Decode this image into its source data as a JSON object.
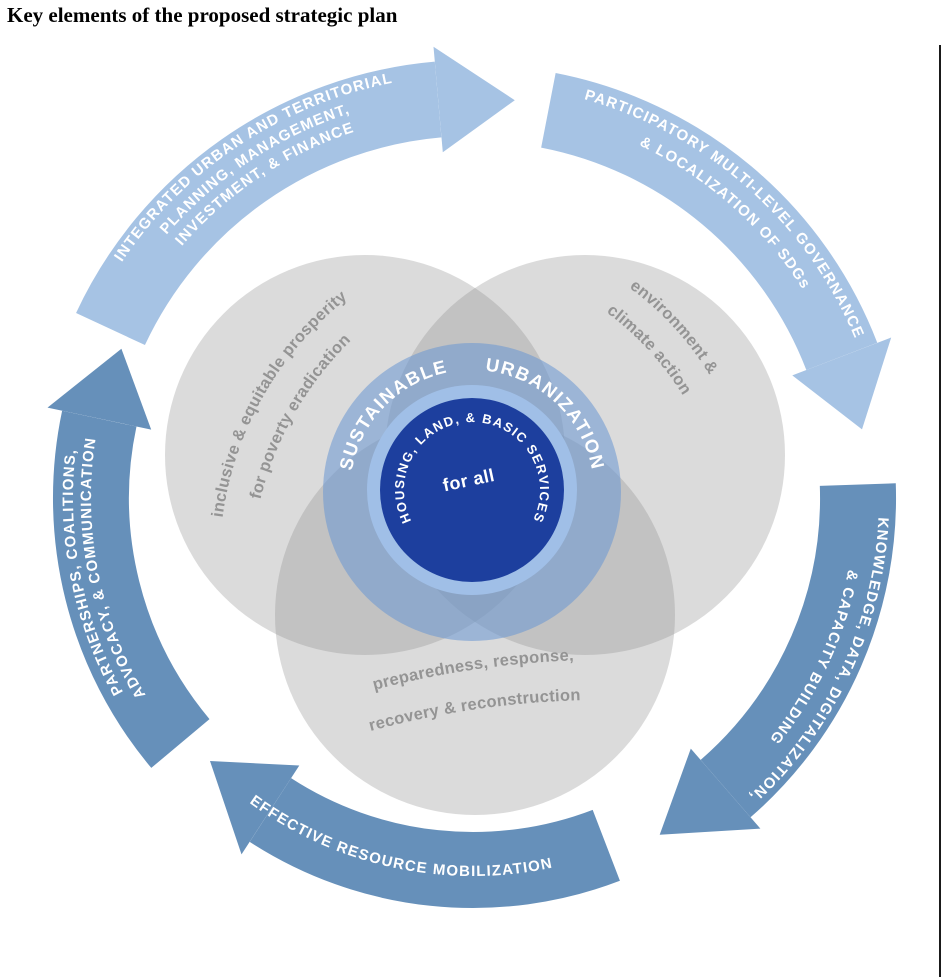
{
  "page": {
    "title": "Key elements of the proposed strategic plan"
  },
  "colors": {
    "light_arrow": "#a6c3e4",
    "dark_arrow": "#6690ba",
    "core_blue": "#1d3f9e",
    "inner_ring_blue": "#a0bfe7",
    "outer_blue": "#6f9ad2",
    "venn_gray": "#888888",
    "venn_text_gray": "#949494",
    "arrow_text": "#ffffff"
  },
  "outer_arrows": [
    {
      "name": "integrated-planning",
      "lines": [
        "INTEGRATED URBAN AND TERRITORIAL",
        "PLANNING, MANAGEMENT,",
        "INVESTMENT, & FINANCE"
      ]
    },
    {
      "name": "participatory-governance",
      "lines": [
        "PARTICIPATORY MULTI-LEVEL GOVERNANCE",
        "& LOCALIZATION OF SDGs"
      ]
    },
    {
      "name": "knowledge-capacity",
      "lines": [
        "KNOWLEDGE, DATA, DIGITALIZATION,",
        "& CAPACITY BUILDING"
      ]
    },
    {
      "name": "resource-mobilization",
      "lines": [
        "EFFECTIVE RESOURCE MOBILIZATION"
      ]
    },
    {
      "name": "partnerships-advocacy",
      "lines": [
        "PARTNERSHIPS, COALITIONS,",
        "ADVOCACY, & COMMUNICATION"
      ]
    }
  ],
  "venn_circles": [
    {
      "name": "prosperity",
      "lines": [
        "inclusive & equitable prosperity",
        "for poverty eradication"
      ]
    },
    {
      "name": "environment",
      "lines": [
        "environment &",
        "climate action"
      ]
    },
    {
      "name": "resilience",
      "lines": [
        "preparedness, response,",
        "recovery & reconstruction"
      ]
    }
  ],
  "core": {
    "ring_text": "SUSTAINABLE URBANIZATION",
    "arc_text": "HOUSING, LAND, & BASIC SERVICES",
    "center_text": "for all"
  }
}
